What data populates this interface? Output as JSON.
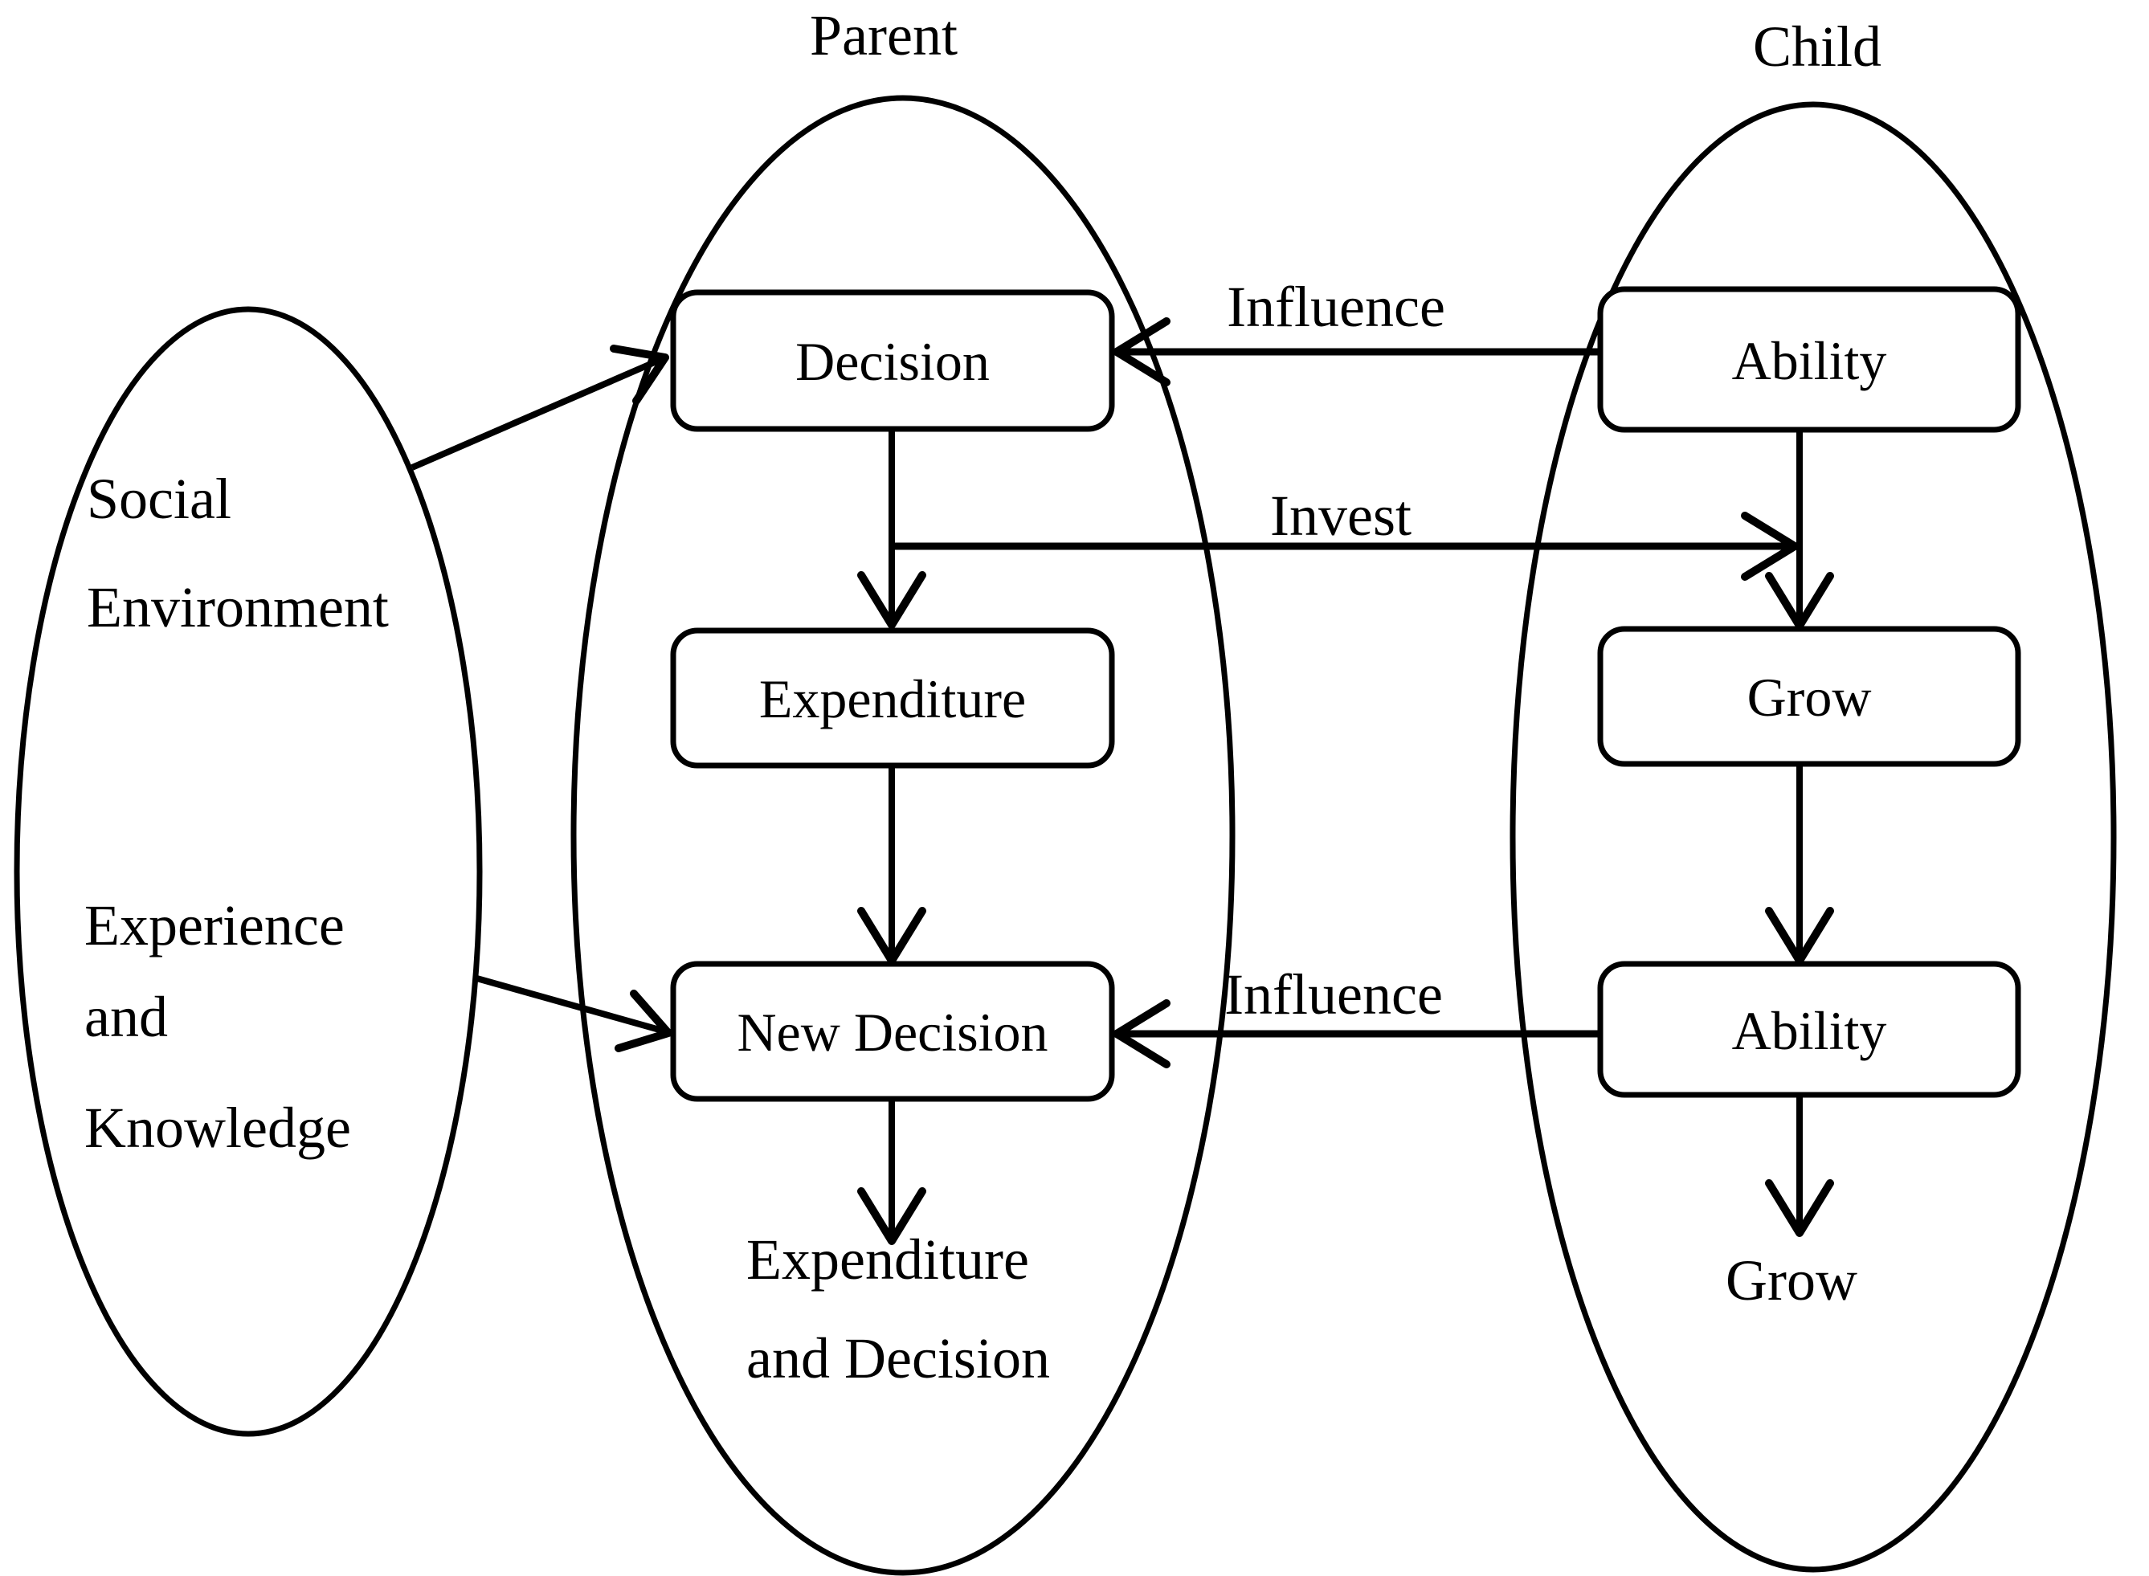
{
  "diagram": {
    "background": "#ffffff",
    "stroke_color": "#000000",
    "titles": {
      "parent": "Parent",
      "child": "Child"
    },
    "environment_ellipse": {
      "social_line1": "Social",
      "social_line2": "Environment",
      "exp_line1": "Experience",
      "exp_line2": "and",
      "exp_line3": "Knowledge"
    },
    "parent_nodes": {
      "decision": "Decision",
      "expenditure": "Expenditure",
      "new_decision": "New Decision",
      "outcome_line1": "Expenditure",
      "outcome_line2": "and Decision"
    },
    "child_nodes": {
      "ability_top": "Ability",
      "grow": "Grow",
      "ability_bottom": "Ability",
      "grow_text": "Grow"
    },
    "edge_labels": {
      "influence_top": "Influence",
      "invest": "Invest",
      "influence_bottom": "Influence"
    }
  }
}
